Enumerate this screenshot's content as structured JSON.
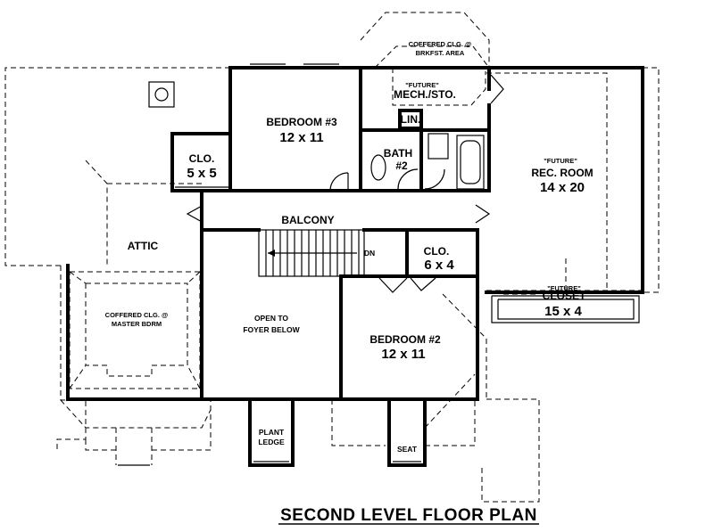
{
  "title": "SECOND LEVEL FLOOR PLAN",
  "rooms": {
    "bedroom3": {
      "name": "BEDROOM #3",
      "size": "12 x 11"
    },
    "closet_left": {
      "name": "CLO.",
      "size": "5 x 5"
    },
    "coffered_breakfast": {
      "line1": "COFFERED CLG. @",
      "line2": "BRKFST. AREA"
    },
    "mech_sto": {
      "future": "\"FUTURE\"",
      "name": "MECH./STO."
    },
    "linen": {
      "name": "LIN."
    },
    "bath2": {
      "name": "BATH",
      "num": "#2"
    },
    "rec_room": {
      "future": "\"FUTURE\"",
      "name": "REC. ROOM",
      "size": "14 x 20"
    },
    "balcony": {
      "name": "BALCONY"
    },
    "attic": {
      "name": "ATTIC"
    },
    "stair": {
      "dir": "DN"
    },
    "closet_center": {
      "name": "CLO.",
      "size": "6 x 4"
    },
    "future_closet": {
      "future": "\"FUTURE\"",
      "name": "CLOSET",
      "size": "15 x 4"
    },
    "coffered_master": {
      "line1": "COFFERED CLG. @",
      "line2": "MASTER BDRM"
    },
    "open_foyer": {
      "line1": "OPEN TO",
      "line2": "FOYER BELOW"
    },
    "bedroom2": {
      "name": "BEDROOM #2",
      "size": "12 x 11"
    },
    "plant_ledge": {
      "line1": "PLANT",
      "line2": "LEDGE"
    },
    "seat": {
      "name": "SEAT"
    }
  }
}
